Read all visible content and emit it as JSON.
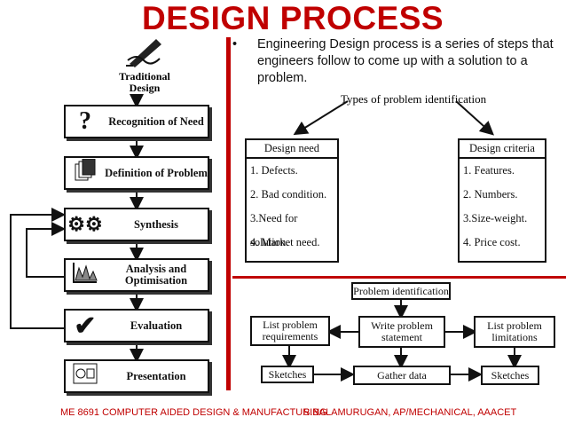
{
  "title": "DESIGN PROCESS",
  "bullet": "Engineering Design process is a series of steps that engineers follow to come up with a solution to a problem.",
  "footer": {
    "left": "ME 8691 COMPUTER AIDED DESIGN & MANUFACTURING",
    "right": "S.BALAMURUGAN, AP/MECHANICAL, AAACET"
  },
  "traditional": {
    "heading": "Traditional Design",
    "steps": [
      {
        "label": "Recognition of Need",
        "icon": "question-mark-icon"
      },
      {
        "label": "Definition of Problem",
        "icon": "documents-icon"
      },
      {
        "label": "Synthesis",
        "icon": "gears-icon"
      },
      {
        "label": "Analysis and Optimisation",
        "icon": "graph-icon"
      },
      {
        "label": "Evaluation",
        "icon": "checkmark-icon"
      },
      {
        "label": "Presentation",
        "icon": "drawing-icon"
      }
    ]
  },
  "problem_identification": {
    "heading": "Types of problem identification",
    "design_need": {
      "heading": "Design need",
      "items": [
        "1. Defects.",
        "2. Bad condition.",
        "3.Need for solution.",
        "4. Market need."
      ]
    },
    "design_criteria": {
      "heading": "Design criteria",
      "items": [
        "1. Features.",
        "2. Numbers.",
        "3.Size-weight.",
        "4. Price cost."
      ]
    }
  },
  "flow": {
    "top": "Problem identification",
    "left": "List problem requirements",
    "middle": "Write problem statement",
    "right": "List problem limitations",
    "bottom_left": "Sketches",
    "bottom_middle": "Gather data",
    "bottom_right": "Sketches"
  }
}
